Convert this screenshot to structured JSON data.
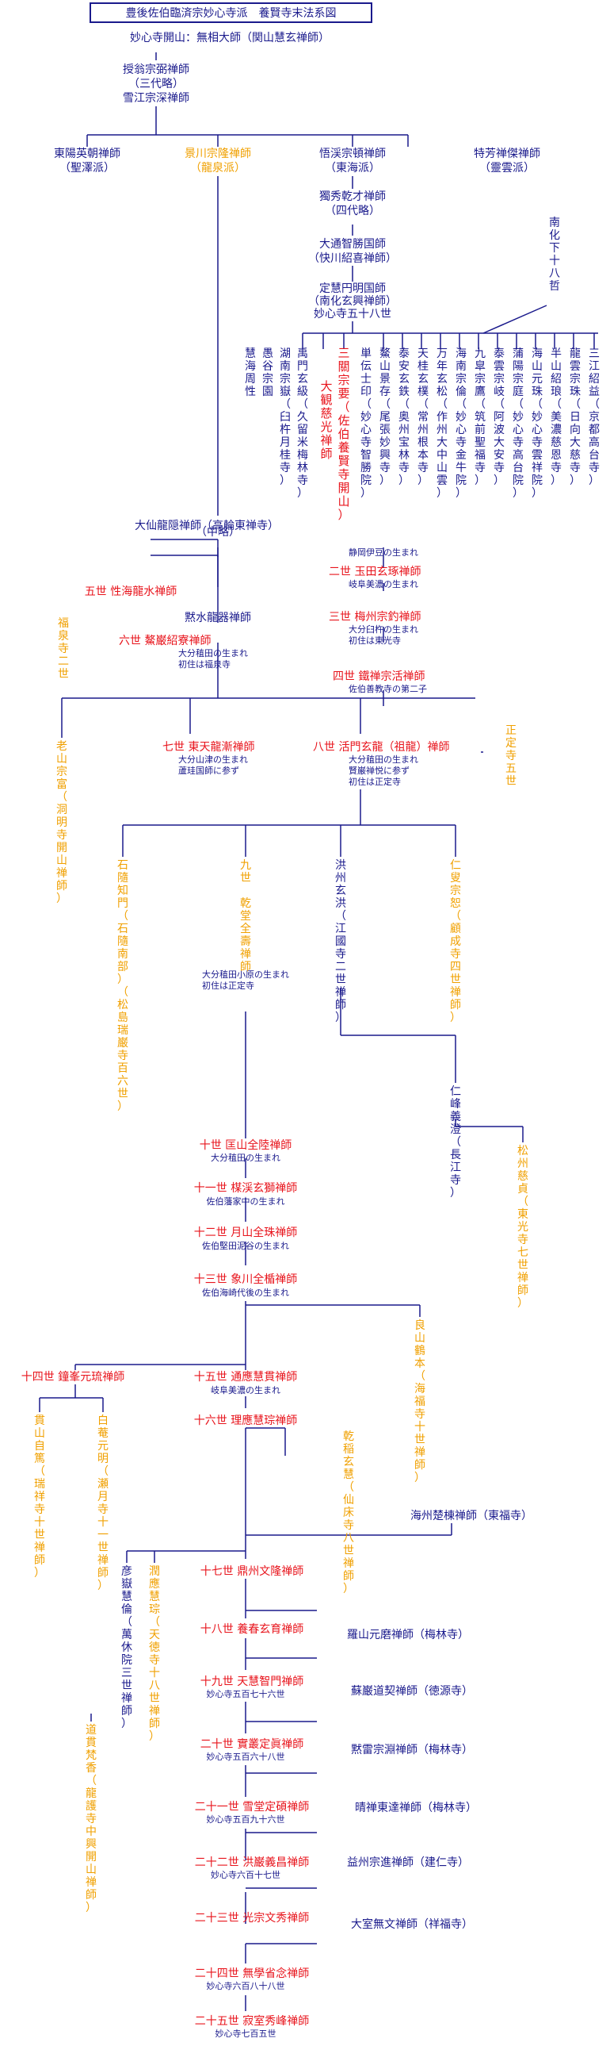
{
  "colors": {
    "navy": "#1a1a8c",
    "red": "#e8141c",
    "orange": "#f0a000",
    "line": "#1a1a8c"
  },
  "title": "豊後佐伯臨済宗妙心寺派　養賢寺末法系図",
  "founder": "妙心寺開山：無相大師（関山慧玄禅師）",
  "founder2": [
    "授翁宗弼禅師",
    "（三代略）",
    "雪江宗深禅師"
  ],
  "branches": {
    "tohyo": [
      "東陽英朝禅師",
      "（聖澤派）"
    ],
    "keisen": [
      "景川宗隆禅師",
      "（龍泉派）"
    ],
    "gokei": [
      "悟渓宗頓禅師",
      "（東海派）"
    ],
    "tokuho": [
      "特芳禅傑禅師",
      "（靈雲派）"
    ]
  },
  "dokuyu": [
    "獨秀乾才禅師",
    "（四代略）"
  ],
  "daitsu": [
    "大通智勝国師",
    "（快川紹喜禅師）"
  ],
  "jokei": [
    "定慧円明国師",
    "（南化玄興禅師）",
    "妙心寺五十八世"
  ],
  "nanka_label": "南化下十八哲",
  "disciples": [
    "三江紹益（京都高台寺）",
    "龍雲宗珠（日向大慈寺）",
    "半山紹琅（美濃慈恩寺）",
    "海山元珠（妙心寺雲祥院）",
    "蒲陽宗庭（妙心寺高台院）",
    "泰雲宗岐（阿波大安寺）",
    "九皐宗鷹（筑前聖福寺）",
    "海南宗倫（妙心寺金牛院）",
    "万年玄松（作州大中山雲）",
    "天桂玄樸（常州根本寺）",
    "泰安玄鉄（奥州宝林寺）",
    "鰲山景存（尾張妙興寺）",
    "単伝士印（妙心寺智勝院）"
  ],
  "yoken_founder": "三關宗要（佐伯養賢寺開山）",
  "yoken_founder_alt": "大観慈光禅師",
  "disciples_left": [
    "禹門玄級（久留米梅林寺）",
    "湖南宗嶽（臼杵月桂寺）",
    "愚谷宗園",
    "慧海周性"
  ],
  "chuuryaku": "（中略）",
  "daisen": "大仙龍隠禅師（高輪東禅寺）",
  "shizuoka": "静岡伊豆の生まれ",
  "gen2": {
    "name": "二世 玉田玄琢禅師",
    "note": "岐阜美濃の生まれ"
  },
  "gen3": {
    "name": "三世 梅州宗釣禅師",
    "notes": [
      "大分臼杵の生まれ",
      "初住は東光寺"
    ]
  },
  "gen4": {
    "name": "四世 鐵禅宗活禅師",
    "note": "佐伯善教寺の第二子"
  },
  "gen5": "五世 性海龍水禅師",
  "mokusui": "黙水龍器禅師",
  "fukusen2": "福泉寺二世",
  "gen6": {
    "name": "六世 鰲巌紹寮禅師",
    "notes": [
      "大分稙田の生まれ",
      "初住は福泉寺"
    ]
  },
  "rouzan": "老山宗富（洞明寺開山禅師）",
  "gen7": {
    "name": "七世 東天龍漸禅師",
    "notes": [
      "大分山津の生まれ",
      "蘆珪国師に参ず"
    ]
  },
  "gen8": {
    "name": "八世 活門玄龍（祖龍）禅師",
    "notes": [
      "大分稙田の生まれ",
      "賢巌禅悦に参ず",
      "初住は正定寺"
    ]
  },
  "shojo5": "正定寺五世",
  "sekizui": "石隨知門（石隨南部）（松島瑞巌寺百六世）",
  "gen9": "九世 乾堂全壽禅師",
  "gen9_notes": [
    "大分稙田小原の生まれ",
    "初住は正定寺"
  ],
  "kosyu": "洪州玄洪（江國寺二世禅師）",
  "nisho": "仁叟宗恕（顧成寺四世禅師）",
  "jinpo": "仁峰義澄（長江寺）",
  "shoshu": "松州慈貞（東光寺七世禅師）",
  "gen10": {
    "name": "十世 匡山全陸禅師",
    "note": "大分稙田の生まれ"
  },
  "gen11": {
    "name": "十一世 楳渓玄獅禅師",
    "note": "佐伯藩家中の生まれ"
  },
  "gen12": {
    "name": "十二世 月山全珠禅師",
    "note": "佐伯堅田泥谷の生まれ"
  },
  "gen13": {
    "name": "十三世 象川全楯禅師",
    "note": "佐伯海崎代後の生まれ"
  },
  "ryozan": "良山鶴本（海福寺十世禅師）",
  "gen14": "十四世 鐘峯元琉禅師",
  "gen15": {
    "name": "十五世 通應慧貫禅師",
    "note": "岐阜美濃の生まれ"
  },
  "gen16": "十六世 理應慧琮禅師",
  "kanzan": "貫山自篤（瑞祥寺十世禅師）",
  "hakuan": "白菴元明（瀬月寺十一世禅師）",
  "kansui": "乾稲玄慧（仙床寺八世禅師）",
  "kaishu": "海州楚棟禅師（東福寺）",
  "gen17": "十七世 鼎州文隆禅師",
  "gengaku": "彦嶽慧倫（萬休院三世禅師）",
  "junno": "潤應慧琮（天徳寺十八世禅師）",
  "gen18": "十八世 養春玄育禅師",
  "rakuzan": "羅山元磨禅師（梅林寺）",
  "gen19": {
    "name": "十九世 天慧智門禅師",
    "note": "妙心寺五百七十六世"
  },
  "sogan": "蘇巌道契禅師（徳源寺）",
  "dosan": "道貫梵香（龍護寺中興開山禅師）",
  "gen20": {
    "name": "二十世 實叢定眞禅師",
    "note": "妙心寺五百六十八世"
  },
  "mokurai": "黙雷宗淵禅師（梅林寺）",
  "gen21": {
    "name": "二十一世 雪堂定碩禅師",
    "note": "妙心寺五百九十六世"
  },
  "seizen": "晴禅東達禅師（梅林寺）",
  "gen22": {
    "name": "二十二世 洪巌義昌禅師",
    "note": "妙心寺六百十七世"
  },
  "ekishu": "益州宗進禅師（建仁寺）",
  "gen23": "二十三世 光宗文秀禅師",
  "daishitsu": "大室無文禅師（祥福寺）",
  "gen24": {
    "name": "二十四世 無學省念禅師",
    "note": "妙心寺六百八十八世"
  },
  "gen25": {
    "name": "二十五世 寂室秀峰禅師",
    "note": "妙心寺七百五世"
  }
}
